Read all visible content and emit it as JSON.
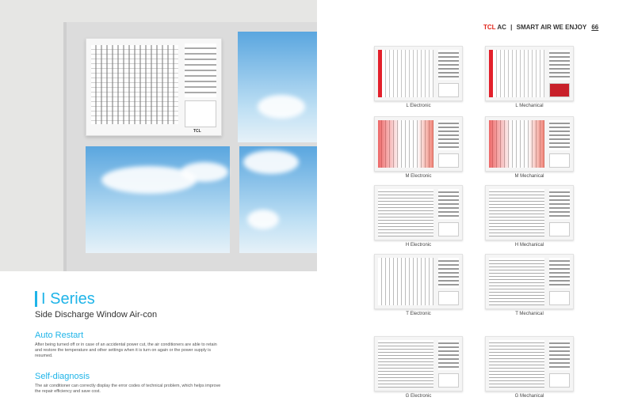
{
  "header": {
    "brand": "TCL",
    "brand_suffix": "AC",
    "separator": "|",
    "tagline": "SMART AIR WE ENJOY",
    "page_number": "66"
  },
  "hero": {
    "unit_logo": "TCL"
  },
  "series": {
    "title": "I Series",
    "subtitle": "Side Discharge Window Air-con"
  },
  "features": [
    {
      "title": "Auto Restart",
      "text": "After being turned off or in case of an accidental power cut, the air conditioners are able to retain and restore the temperature and other settings when it is turn on again or the power supply is resumed."
    },
    {
      "title": "Self-diagnosis",
      "text": "The air conditioner can correctly display the error codes of technical problem, which helps improve the repair efficiency and save cost."
    }
  ],
  "products": [
    {
      "label": "L Electronic"
    },
    {
      "label": "L Mechanical"
    },
    {
      "label": "M Electronic"
    },
    {
      "label": "M Mechanical"
    },
    {
      "label": "H Electronic"
    },
    {
      "label": "H Mechanical"
    },
    {
      "label": "T Electronic"
    },
    {
      "label": "T Mechanical"
    },
    {
      "label": "G Electronic"
    },
    {
      "label": "G Mechanical"
    }
  ],
  "colors": {
    "accent": "#1fb4e8",
    "brand_red": "#e1251b"
  }
}
